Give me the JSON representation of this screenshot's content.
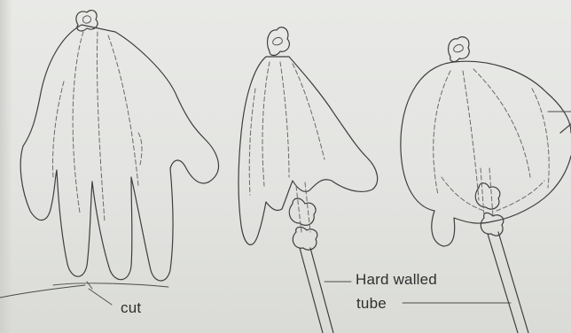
{
  "labels": {
    "cut": "cut",
    "tube_line1": "Hard walled",
    "tube_line2": "tube"
  },
  "colors": {
    "background": "#e4e5e2",
    "ink": "#3e3e3e"
  }
}
